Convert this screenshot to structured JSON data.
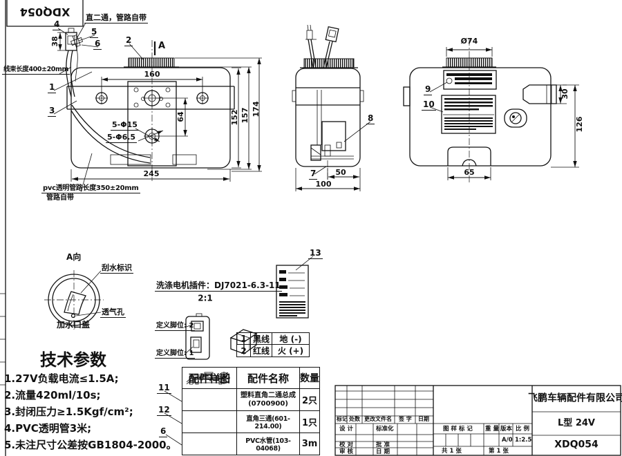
{
  "frame": {
    "stamp_code": "XDQ054"
  },
  "front_view": {
    "note_straight_fitting": "直二通，管路自带",
    "note_harness": "线束长度400±20mm",
    "note_pvc_1": "pvc透明管路长度350±20mm",
    "note_pvc_2": "管路自带",
    "section_label": "A",
    "callout_1": "1",
    "callout_2": "2",
    "callout_3": "3",
    "callout_4": "4",
    "callout_5": "5",
    "callout_6": "6",
    "dim_38": "38",
    "dim_160": "160",
    "dim_64": "64",
    "dim_holes_15": "5-Φ15",
    "dim_holes_65": "5-Φ6.5",
    "dim_245": "245",
    "dim_152": "152",
    "dim_157": "157",
    "dim_174": "174"
  },
  "side_view": {
    "callout_7": "7",
    "callout_8": "8",
    "dim_50": "50",
    "dim_100": "100"
  },
  "back_view": {
    "callout_9": "9",
    "callout_10": "10",
    "callout_13": "13",
    "dim_cap": "Ø74",
    "dim_30": "30",
    "dim_126": "126",
    "dim_65": "65"
  },
  "cap_detail": {
    "view_label": "A向",
    "wiper_label": "刮水标识",
    "vent_label": "透气孔",
    "caption": "加水口盖"
  },
  "tech_params": {
    "title": "技术参数",
    "items": [
      "1.27V负载电流≤1.5A;",
      "2.流量420ml/10s;",
      "3.封闭压力≥1.5Kgf/cm²;",
      "4.PVC透明管3米;",
      "5.未注尺寸公差按GB1804-2000。"
    ]
  },
  "connector_note": {
    "title": "洗涤电机插件：DJ7021-6.3-11",
    "scale": "2:1",
    "pin_def_2": "定义脚位: 2",
    "pin_def_1": "定义脚位: 1"
  },
  "pin_table": {
    "rows": [
      {
        "no": "1",
        "wire": "黑线",
        "polarity": "地 (-)"
      },
      {
        "no": "2",
        "wire": "红线",
        "polarity": "火 (+)"
      }
    ]
  },
  "parts_table": {
    "col_sample": "配件样图",
    "col_name": "配件名称",
    "col_qty": "数量",
    "rows": [
      {
        "callout": "11",
        "name_line1": "塑料直角二通总成",
        "name_line2": "(0700900)",
        "qty": "2只"
      },
      {
        "callout": "12",
        "name_line1": "直角三通(601-214.00)",
        "name_line2": "",
        "qty": "1只"
      },
      {
        "callout": "6",
        "name_line1": "PVC水管(103-04068)",
        "name_line2": "",
        "qty": "3m"
      }
    ]
  },
  "title_block": {
    "company": "飞鹏车辆配件有限公司",
    "model": "L型 24V",
    "drawing_no": "XDQ054",
    "rev_mark": "标记",
    "rev_count": "处数",
    "rev_file": "更改文件名",
    "rev_sign": "签 字",
    "rev_date": "日期",
    "design": "设 计",
    "standardize": "标准化",
    "check": "校 对",
    "approve": "批 准",
    "review": "审 核",
    "date": "日 期",
    "sample_mark": "图 样 标 记",
    "weight": "重 量",
    "version": "版本",
    "scale": "比 例",
    "version_val": "A/0",
    "scale_val": "1:2.5",
    "sheet_total": "共 1 张",
    "sheet_no": "第 1 张"
  }
}
